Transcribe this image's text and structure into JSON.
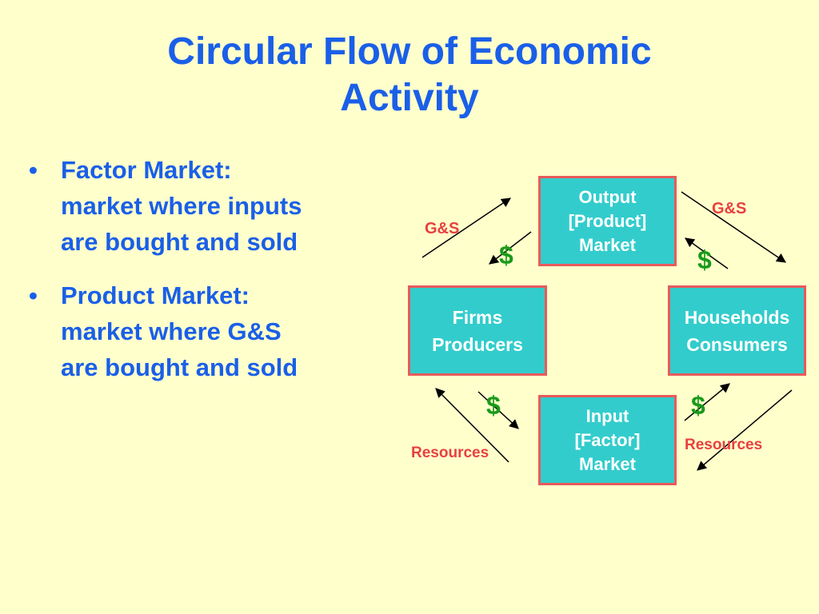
{
  "title": {
    "line1": "Circular Flow of Economic",
    "line2": "Activity"
  },
  "bullets": [
    {
      "line1": "Factor Market:",
      "line2": "market where inputs",
      "line3": "are bought and sold"
    },
    {
      "line1": "Product Market:",
      "line2": "market where G&S",
      "line3": "are bought and sold"
    }
  ],
  "boxes": {
    "output_market": [
      "Output",
      "[Product]",
      "Market"
    ],
    "firms": [
      "Firms",
      "Producers"
    ],
    "households": [
      "Households",
      "Consumers"
    ],
    "input_market": [
      "Input",
      "[Factor]",
      "Market"
    ]
  },
  "flow_labels": {
    "gs_left": "G&S",
    "gs_right": "G&S",
    "resources_left": "Resources",
    "resources_right": "Resources",
    "dollar": "$"
  },
  "colors": {
    "background": "#ffffcc",
    "title_text": "#1a5fe8",
    "box_fill": "#33cccc",
    "box_border": "#e85a5a",
    "label_red": "#e84040",
    "dollar_green": "#1a9a1a"
  }
}
